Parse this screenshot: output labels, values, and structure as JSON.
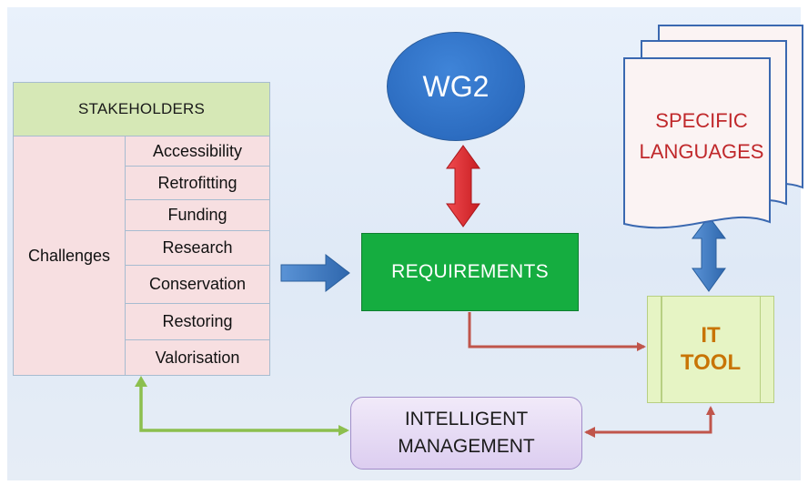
{
  "stakeholders": {
    "header": "STAKEHOLDERS",
    "challenges_label": "Challenges",
    "challenges": [
      "Accessibility",
      "Retrofitting",
      "Funding",
      "Research",
      "Conservation",
      "Restoring",
      "Valorisation"
    ]
  },
  "nodes": {
    "wg2": "WG2",
    "requirements": "REQUIREMENTS",
    "specific_languages": [
      "SPECIFIC",
      "LANGUAGES"
    ],
    "it_tool": [
      "IT",
      "TOOL"
    ],
    "intelligent_management": [
      "INTELLIGENT",
      "MANAGEMENT"
    ]
  },
  "colors": {
    "wg2_fill": "#2c6cc0",
    "requirements_fill": "#15ad40",
    "it_tool_text": "#c87405",
    "languages_text": "#c0282b",
    "arrow_blue": "#3b78c2",
    "arrow_red": "#e0262c",
    "connector_brown": "#c0554b",
    "connector_green": "#8cbf4e"
  },
  "icons": [
    "double-arrow-red",
    "double-arrow-blue",
    "right-arrow-blue",
    "document-stack"
  ]
}
